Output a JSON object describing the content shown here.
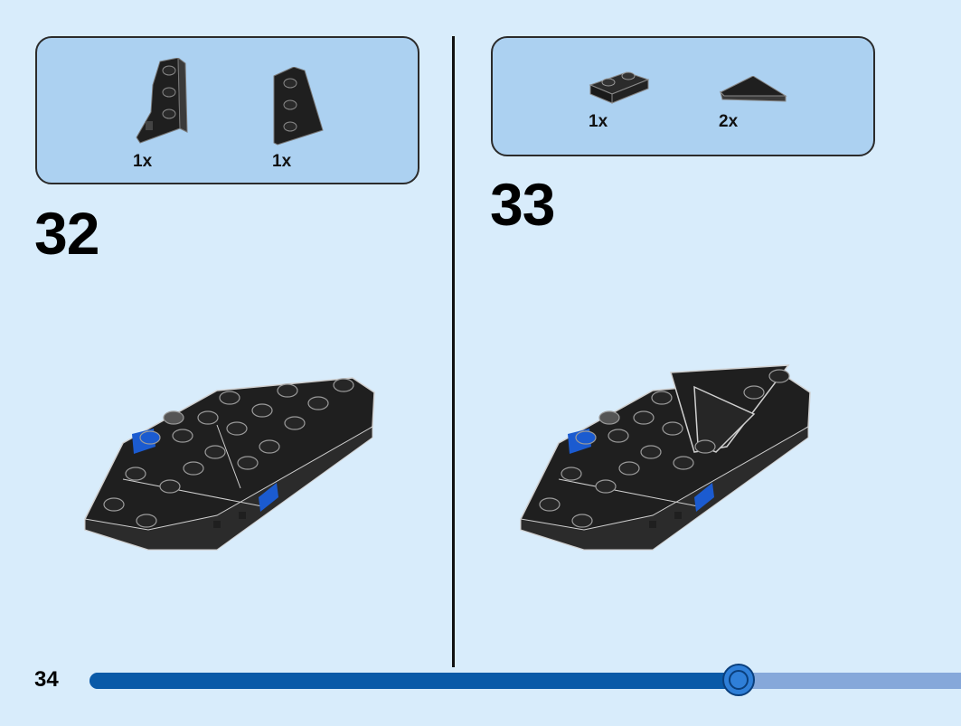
{
  "page": {
    "number": "34"
  },
  "progress": {
    "fraction": 0.745
  },
  "steps": [
    {
      "number": "32",
      "parts": [
        {
          "name": "wedge-plate-left",
          "qty": "1x"
        },
        {
          "name": "wedge-plate-right",
          "qty": "1x"
        }
      ]
    },
    {
      "number": "33",
      "parts": [
        {
          "name": "plate-1x2",
          "qty": "1x"
        },
        {
          "name": "wedge-tile",
          "qty": "2x"
        }
      ]
    }
  ],
  "colors": {
    "background": "#d8ecfb",
    "parts_box": "#acd1f1",
    "brick_black": "#1f1f1f",
    "brick_blue": "#1b5bd0",
    "progress_fill": "#0a5aa8",
    "progress_track": "#86a8da"
  }
}
